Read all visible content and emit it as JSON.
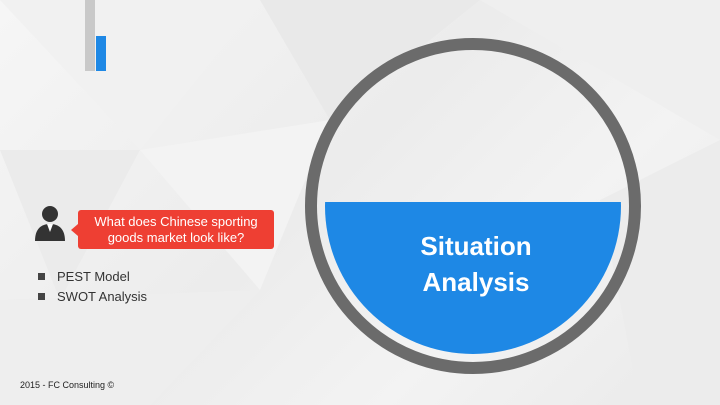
{
  "speech_bubble": {
    "line1": "What does Chinese sporting",
    "line2": "goods market look like?"
  },
  "bullets": [
    "PEST Model",
    "SWOT Analysis"
  ],
  "section_title": {
    "line1": "Situation",
    "line2": "Analysis"
  },
  "footer": "2015 - FC Consulting ©",
  "colors": {
    "accent_blue": "#1e88e5",
    "bubble_red": "#ee3f33",
    "ring_gray": "#6b6b6b",
    "bar_gray": "#c9c9c9"
  },
  "icons": [
    "person-icon"
  ]
}
